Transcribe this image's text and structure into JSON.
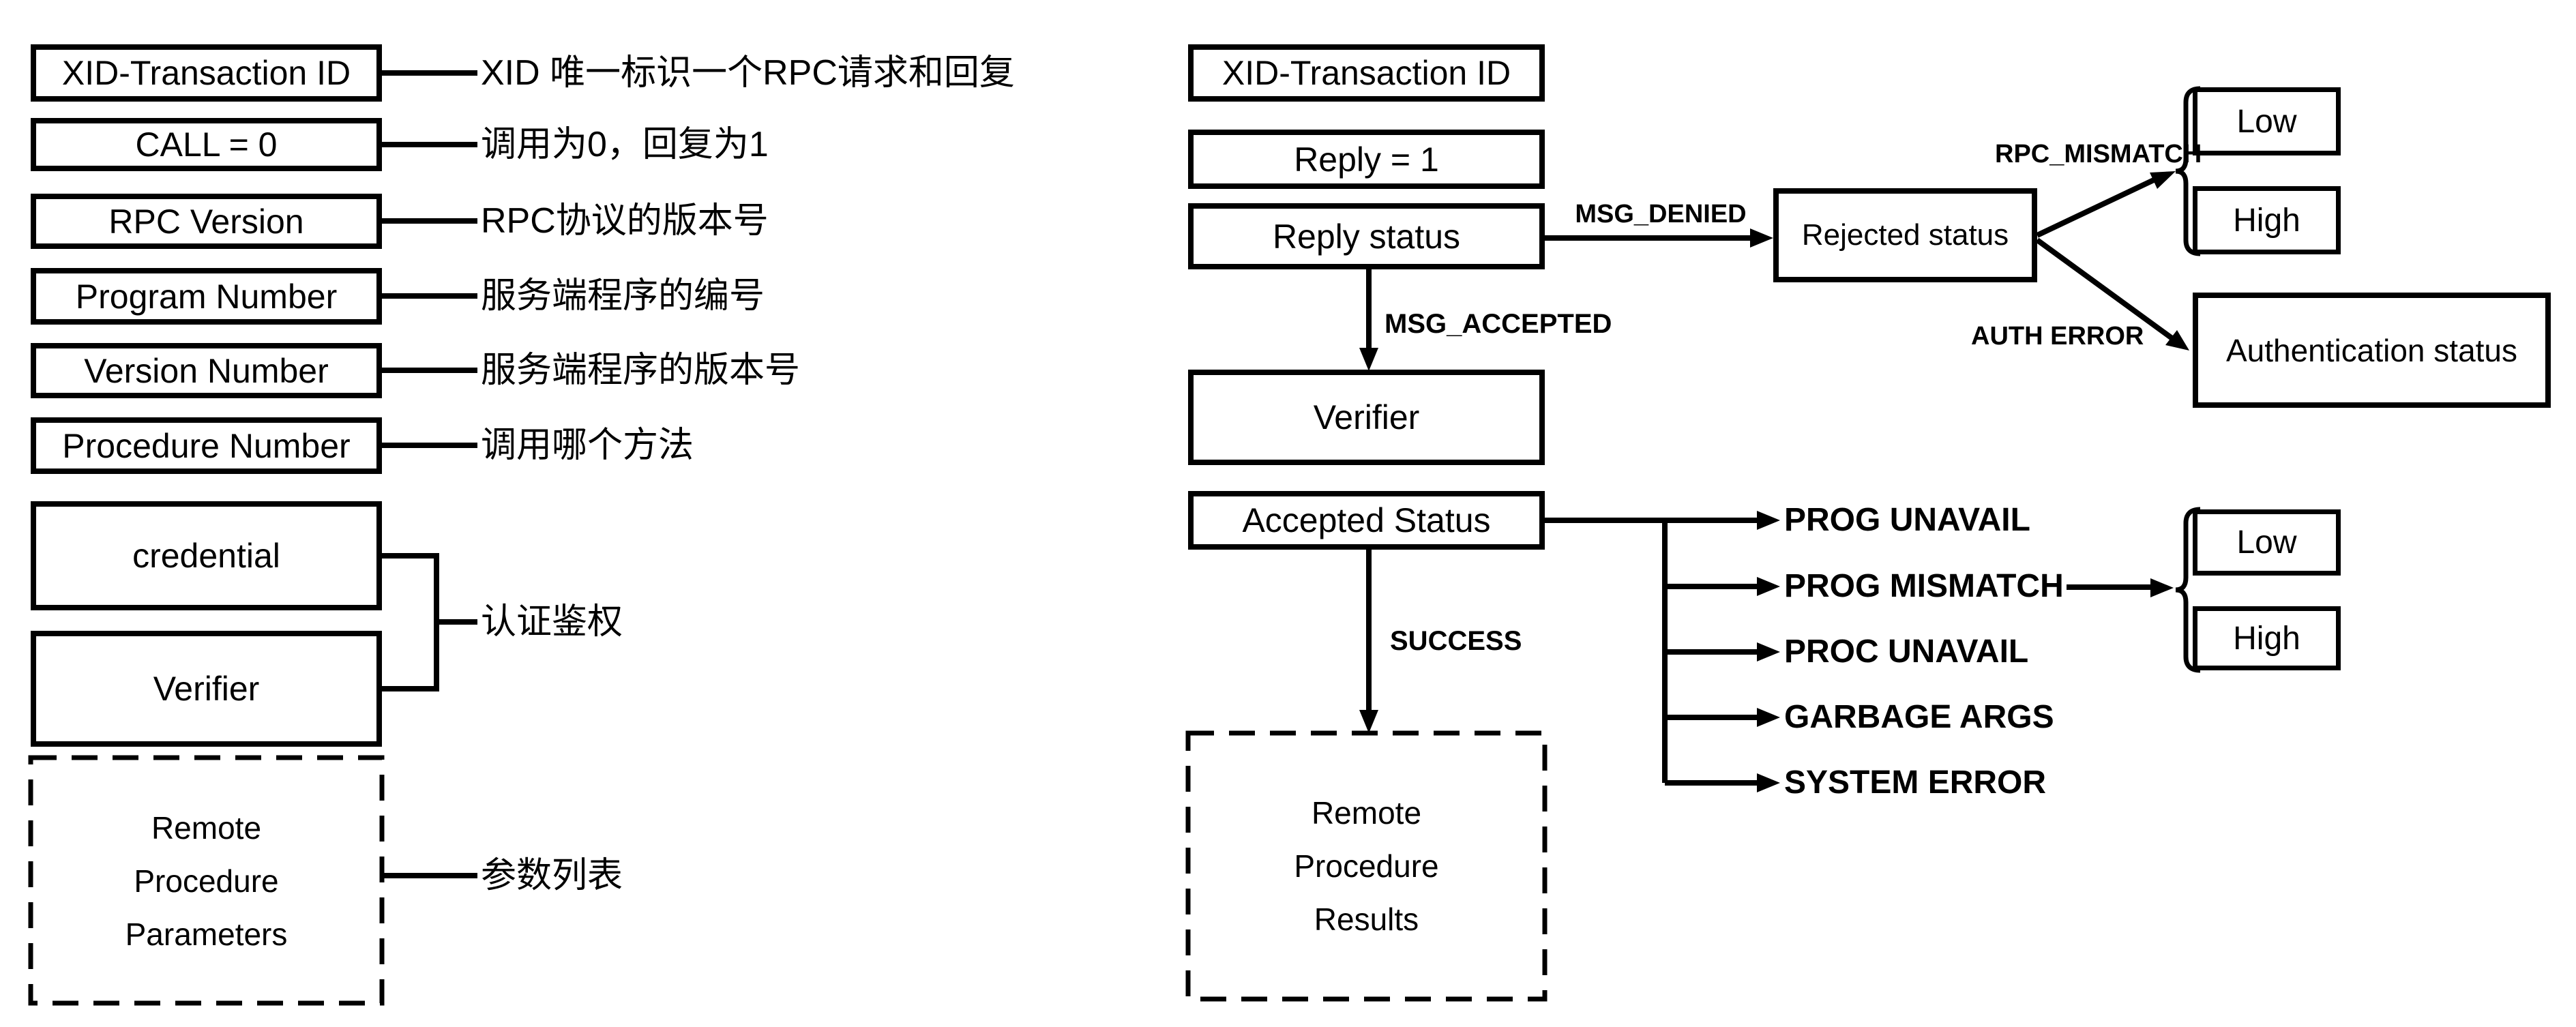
{
  "diagram": {
    "colors": {
      "stroke": "#000000",
      "background": "#ffffff"
    },
    "call_message": {
      "xid": "XID-Transaction ID",
      "call": "CALL = 0",
      "rpc_version": "RPC Version",
      "program_number": "Program Number",
      "version_number": "Version Number",
      "procedure_number": "Procedure Number",
      "credential": "credential",
      "verifier": "Verifier",
      "params_lines": [
        "Remote",
        "Procedure",
        "Parameters"
      ],
      "annotations": {
        "xid": "XID 唯一标识一个RPC请求和回复",
        "call": "调用为0，回复为1",
        "rpc_version": "RPC协议的版本号",
        "program_number": "服务端程序的编号",
        "version_number": "服务端程序的版本号",
        "procedure_number": "调用哪个方法",
        "auth": "认证鉴权",
        "params": "参数列表"
      }
    },
    "reply_message": {
      "xid": "XID-Transaction ID",
      "reply": "Reply = 1",
      "reply_status": "Reply status",
      "verifier": "Verifier",
      "accepted_status": "Accepted Status",
      "results_lines": [
        "Remote",
        "Procedure",
        "Results"
      ],
      "rejected_status": "Rejected status",
      "authentication_status": "Authentication status",
      "edges": {
        "msg_denied": "MSG_DENIED",
        "msg_accepted": "MSG_ACCEPTED",
        "success": "SUCCESS",
        "rpc_mismatch": "RPC_MISMATCH",
        "auth_error": "AUTH ERROR"
      },
      "rejected_range": [
        "Low",
        "High"
      ],
      "mismatch_range": [
        "Low",
        "High"
      ],
      "accepted_errors": [
        "PROG UNAVAIL",
        "PROG MISMATCH",
        "PROC UNAVAIL",
        "GARBAGE ARGS",
        "SYSTEM ERROR"
      ]
    }
  }
}
